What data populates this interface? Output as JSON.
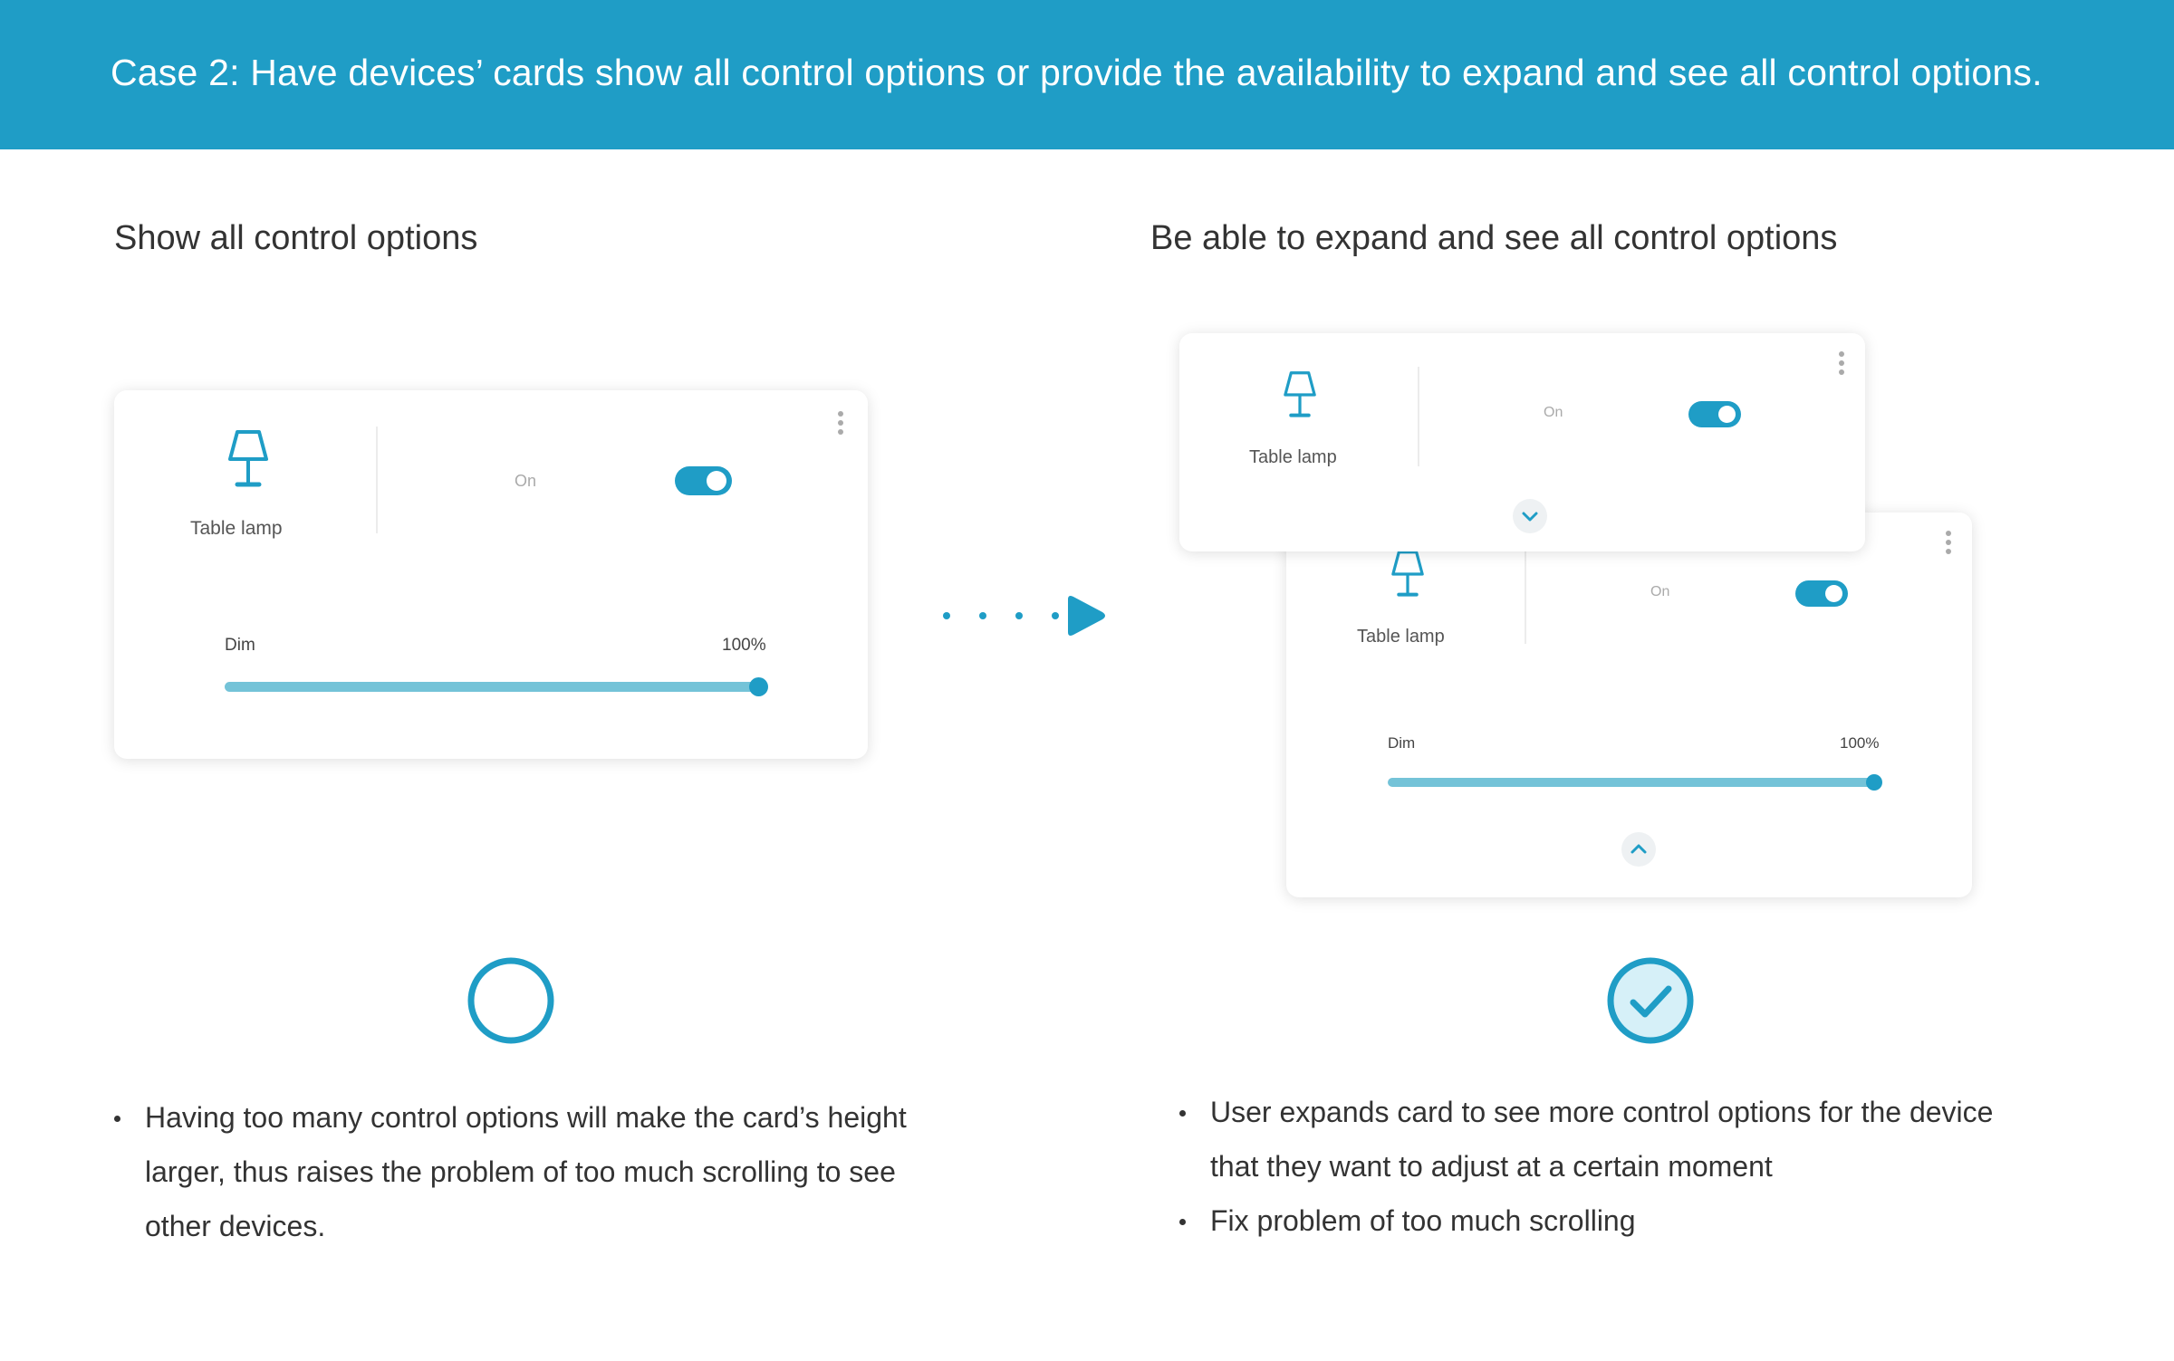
{
  "banner": {
    "title": "Case 2: Have devices’ cards show all control options or provide the availability to expand and see all control options."
  },
  "left": {
    "heading": "Show all control options",
    "card": {
      "device_name": "Table lamp",
      "on_label": "On",
      "toggle_on": true,
      "dim_label": "Dim",
      "dim_value": "100%",
      "dim_level": 1.0
    },
    "status_icon": "empty-circle-icon",
    "bullets": [
      [
        "Having too many control options will make the card’s height",
        "larger, thus raises the  problem of too much scrolling to see",
        "other devices."
      ]
    ]
  },
  "right": {
    "heading": "Be able to expand and see all control options",
    "collapsed_card": {
      "device_name": "Table lamp",
      "on_label": "On",
      "toggle_on": true,
      "expand_icon": "chevron-down-icon"
    },
    "expanded_card": {
      "device_name": "Table lamp",
      "on_label": "On",
      "toggle_on": true,
      "dim_label": "Dim",
      "dim_value": "100%",
      "dim_level": 1.0,
      "collapse_icon": "chevron-up-icon"
    },
    "status_icon": "check-circle-icon",
    "bullets": [
      [
        "User expands card to see more control options for the device",
        "that they want to adjust at a certain moment"
      ],
      [
        "Fix problem of too much scrolling"
      ]
    ]
  },
  "transition_icon": "dotted-arrow-right-icon",
  "colors": {
    "brand": "#1f9dc6",
    "slider_track": "#74c3d8",
    "check_fill": "#d6f0f8"
  }
}
